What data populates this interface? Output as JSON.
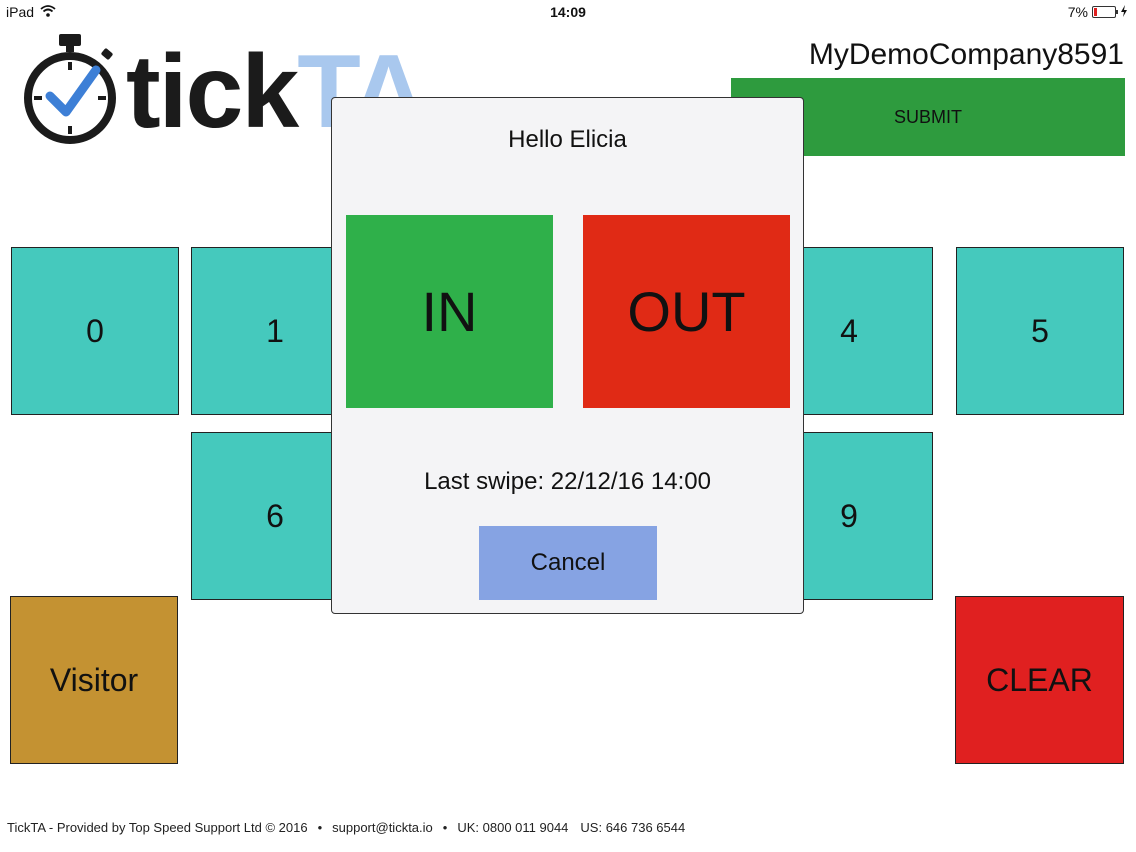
{
  "status_bar": {
    "device": "iPad",
    "time": "14:09",
    "battery": "7%"
  },
  "app": {
    "logo_part1": "tick",
    "logo_part2": "TA",
    "company": "MyDemoCompany8591",
    "submit_label": "SUBMIT"
  },
  "keypad": {
    "k0": "0",
    "k1": "1",
    "k4": "4",
    "k5": "5",
    "k6": "6",
    "k9": "9",
    "visitor": "Visitor",
    "clear": "CLEAR"
  },
  "dialog": {
    "title": "Hello Elicia",
    "in_label": "IN",
    "out_label": "OUT",
    "last_swipe": "Last swipe: 22/12/16 14:00",
    "cancel_label": "Cancel"
  },
  "footer": {
    "provider": "TickTA - Provided by Top Speed Support Ltd © 2016",
    "email": "support@tickta.io",
    "uk_phone": "UK: 0800 011 9044",
    "us_phone": "US: 646 736 6544"
  },
  "colors": {
    "key_teal": "#45c9bd",
    "submit_green": "#2e9b3e",
    "in_green": "#2fb04a",
    "out_red": "#e02a15",
    "visitor_gold": "#c49232",
    "clear_red": "#e02020",
    "cancel_blue": "#86a3e3",
    "logo_light_blue": "#a9c8ee"
  }
}
